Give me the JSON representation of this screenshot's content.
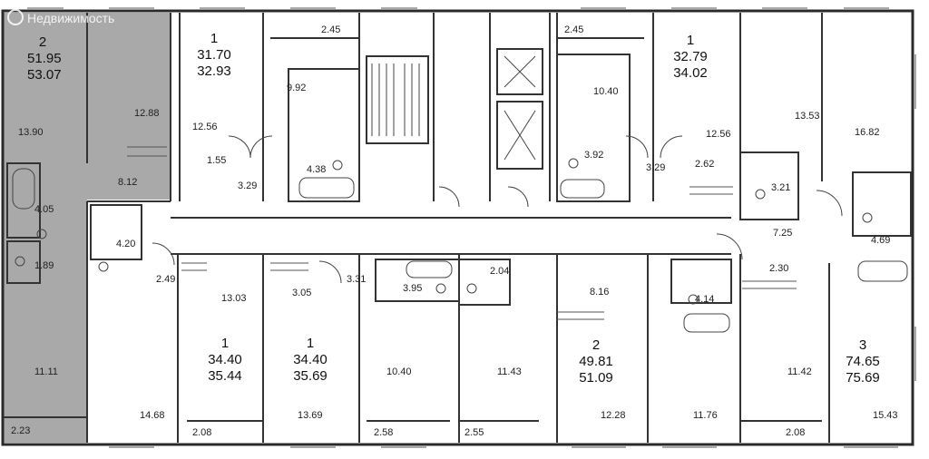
{
  "colors": {
    "highlight": "#a9a9a9",
    "wall": "#2a2a2a",
    "line": "#3a3a3a",
    "background": "#ffffff"
  },
  "watermark": {
    "text": "Недвижимость",
    "icon": "house-logo-icon"
  },
  "apartments": [
    {
      "rooms": "2",
      "living": "51.95",
      "total": "53.07"
    },
    {
      "rooms": "1",
      "living": "31.70",
      "total": "32.93"
    },
    {
      "rooms": "1",
      "living": "32.79",
      "total": "34.02"
    },
    {
      "rooms": "1",
      "living": "34.40",
      "total": "35.44"
    },
    {
      "rooms": "1",
      "living": "34.40",
      "total": "35.69"
    },
    {
      "rooms": "2",
      "living": "49.81",
      "total": "51.09"
    },
    {
      "rooms": "3",
      "living": "74.65",
      "total": "75.69"
    }
  ],
  "areas": [
    "2.45",
    "2.45",
    "9.92",
    "10.40",
    "12.88",
    "13.90",
    "12.56",
    "12.56",
    "1.55",
    "4.38",
    "3.29",
    "3.92",
    "3.29",
    "2.62",
    "13.53",
    "16.82",
    "8.12",
    "4.05",
    "3.21",
    "4.20",
    "7.25",
    "4.69",
    "1.89",
    "2.49",
    "3.05",
    "3.31",
    "2.04",
    "2.30",
    "13.03",
    "3.95",
    "8.16",
    "4.14",
    "10.40",
    "11.43",
    "11.42",
    "11.11",
    "14.68",
    "13.69",
    "12.28",
    "11.76",
    "15.43",
    "2.23",
    "2.08",
    "2.58",
    "2.55",
    "2.08"
  ]
}
